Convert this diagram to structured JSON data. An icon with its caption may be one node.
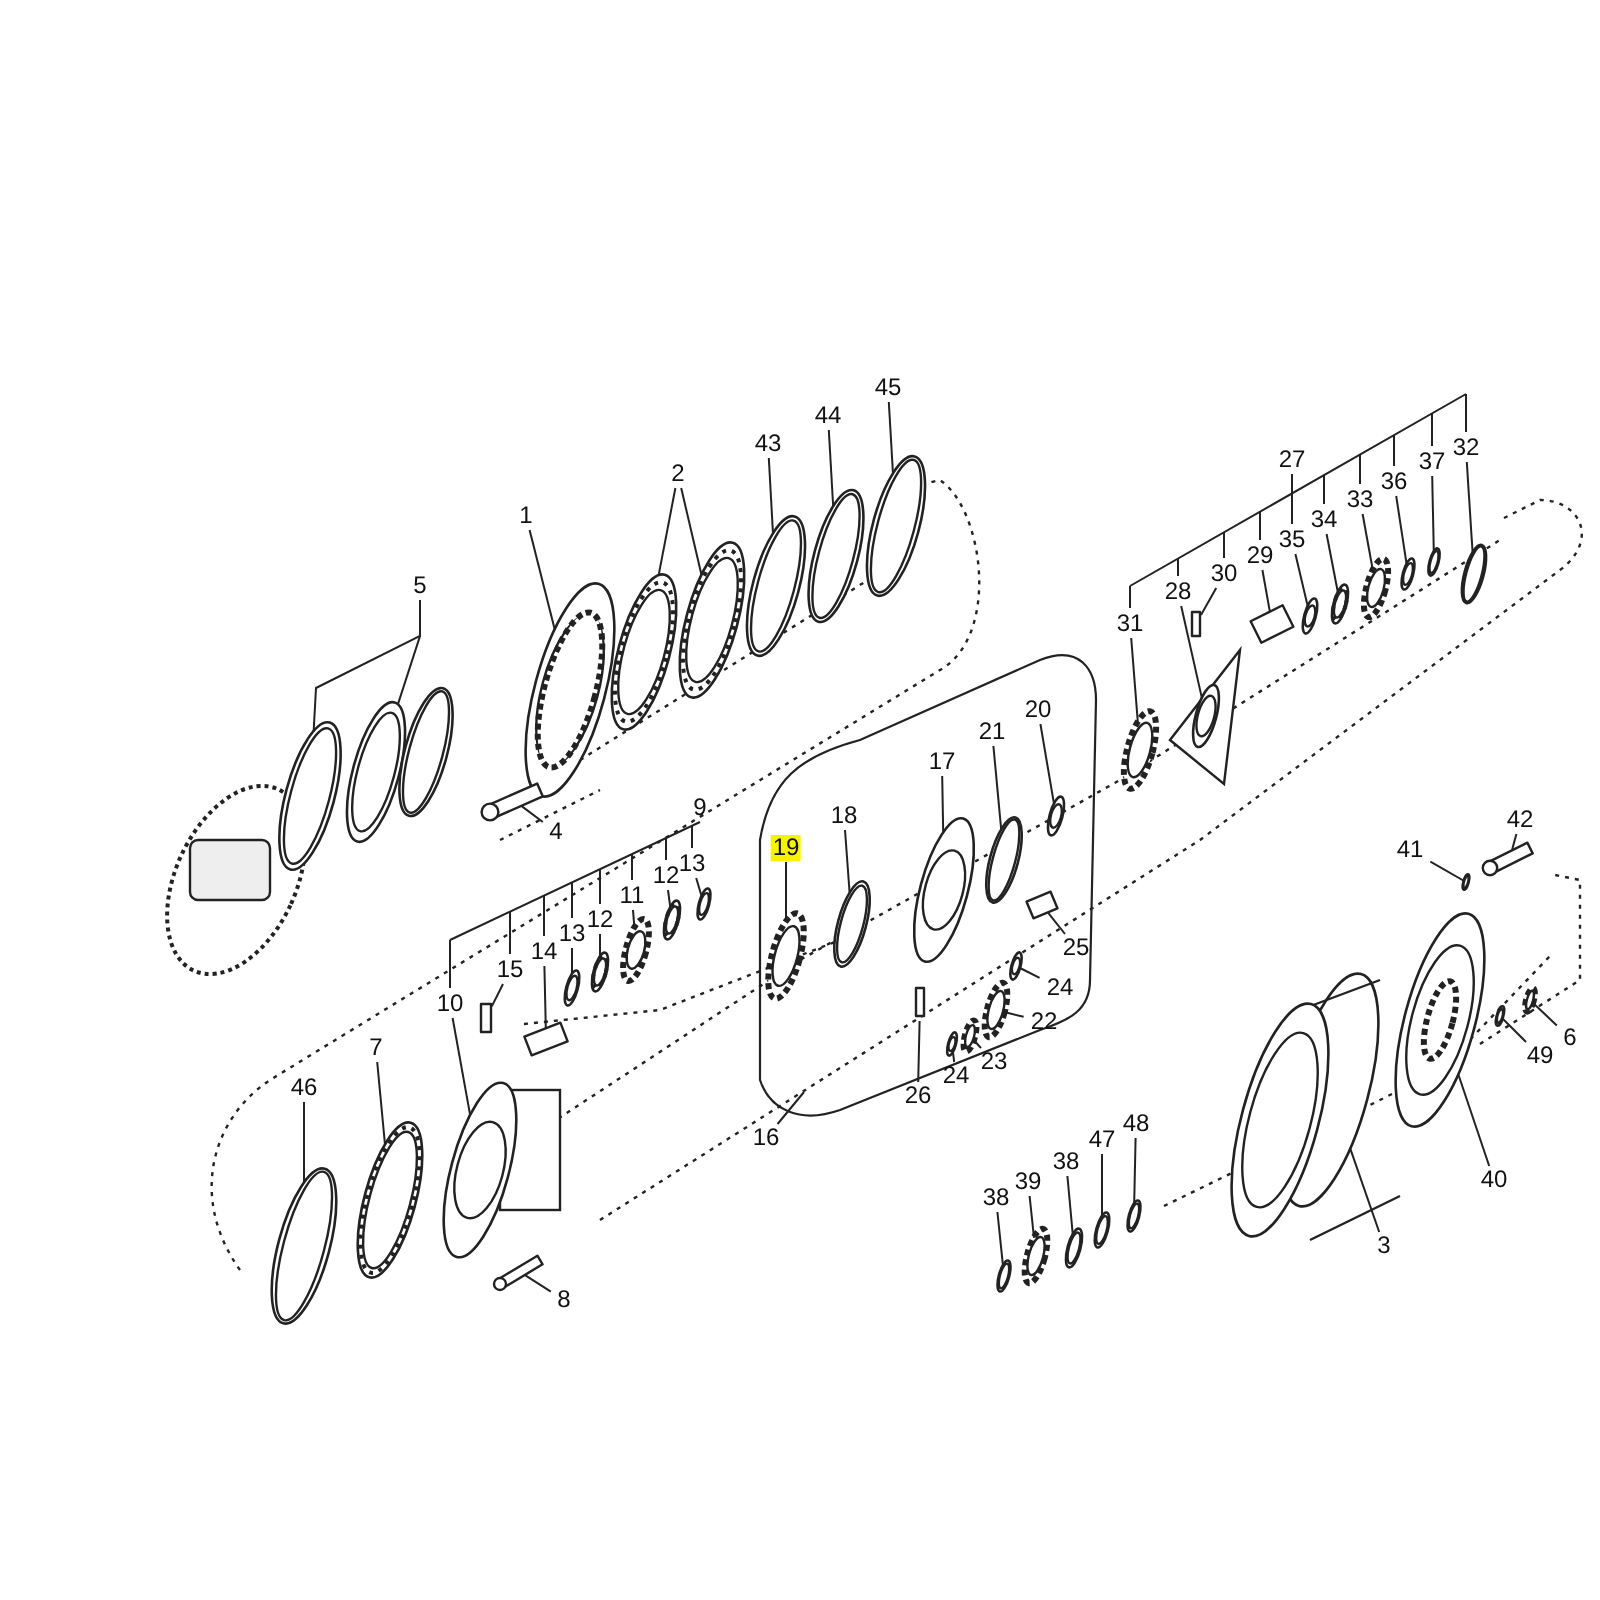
{
  "diagram": {
    "nodes": [
      {
        "text": [
          "45"
        ]
      },
      {
        "text": [
          "44"
        ]
      },
      {
        "text": [
          "43"
        ]
      },
      {
        "text": [
          "2"
        ]
      },
      {
        "text": [
          "1"
        ]
      },
      {
        "text": [
          "5"
        ]
      },
      {
        "text": [
          "4"
        ]
      },
      {
        "text": [
          "9"
        ]
      },
      {
        "text": [
          "13"
        ]
      },
      {
        "text": [
          "12"
        ]
      },
      {
        "text": [
          "11"
        ]
      },
      {
        "text": [
          "12"
        ]
      },
      {
        "text": [
          "13"
        ]
      },
      {
        "text": [
          "14"
        ]
      },
      {
        "text": [
          "15"
        ]
      },
      {
        "text": [
          "10"
        ]
      },
      {
        "text": [
          "7"
        ]
      },
      {
        "text": [
          "46"
        ]
      },
      {
        "text": [
          "8"
        ]
      },
      {
        "text": [
          "20"
        ]
      },
      {
        "text": [
          "21"
        ]
      },
      {
        "text": [
          "17"
        ]
      },
      {
        "text": [
          "18"
        ]
      },
      {
        "text": [
          "19"
        ]
      },
      {
        "text": [
          "25"
        ]
      },
      {
        "text": [
          "24"
        ]
      },
      {
        "text": [
          "22"
        ]
      },
      {
        "text": [
          "23"
        ]
      },
      {
        "text": [
          "24"
        ]
      },
      {
        "text": [
          "26"
        ]
      },
      {
        "text": [
          "16"
        ]
      },
      {
        "text": [
          "27"
        ]
      },
      {
        "text": [
          "32"
        ]
      },
      {
        "text": [
          "37"
        ]
      },
      {
        "text": [
          "36"
        ]
      },
      {
        "text": [
          "33"
        ]
      },
      {
        "text": [
          "34"
        ]
      },
      {
        "text": [
          "35"
        ]
      },
      {
        "text": [
          "29"
        ]
      },
      {
        "text": [
          "30"
        ]
      },
      {
        "text": [
          "28"
        ]
      },
      {
        "text": [
          "31"
        ]
      },
      {
        "text": [
          "42"
        ]
      },
      {
        "text": [
          "41"
        ]
      },
      {
        "text": [
          "6"
        ]
      },
      {
        "text": [
          "49"
        ]
      },
      {
        "text": [
          "40"
        ]
      },
      {
        "text": [
          "3"
        ]
      },
      {
        "text": [
          "48"
        ]
      },
      {
        "text": [
          "47"
        ]
      },
      {
        "text": [
          "38"
        ]
      },
      {
        "text": [
          "39"
        ]
      },
      {
        "text": [
          "38"
        ]
      },
      {
        "text": [],
        "shape": "ring"
      },
      {
        "text": [],
        "shape": "ring"
      },
      {
        "text": [],
        "shape": "ring"
      },
      {
        "text": [],
        "shape": "bearing"
      },
      {
        "text": [],
        "shape": "bearing"
      },
      {
        "text": [],
        "shape": "gear"
      },
      {
        "text": [],
        "shape": "ring"
      },
      {
        "text": [],
        "shape": "ring"
      },
      {
        "text": [],
        "shape": "bolt"
      },
      {
        "text": [],
        "shape": "ring"
      },
      {
        "text": [],
        "shape": "bearing"
      },
      {
        "text": [],
        "shape": "gear"
      },
      {
        "text": [],
        "shape": "bearing"
      },
      {
        "text": [],
        "shape": "ring"
      },
      {
        "text": [],
        "shape": "pin"
      },
      {
        "text": [],
        "shape": "pin"
      },
      {
        "text": [],
        "shape": "carrier"
      },
      {
        "text": [],
        "shape": "bearing"
      },
      {
        "text": [],
        "shape": "ring"
      },
      {
        "text": [],
        "shape": "bolt"
      },
      {
        "text": [],
        "shape": "ring"
      },
      {
        "text": [],
        "shape": "ring"
      },
      {
        "text": [],
        "shape": "ring"
      },
      {
        "text": [],
        "shape": "ring"
      },
      {
        "text": [],
        "shape": "gear"
      },
      {
        "text": [],
        "shape": "pin"
      },
      {
        "text": [],
        "shape": "ring"
      },
      {
        "text": [],
        "shape": "gear"
      },
      {
        "text": [],
        "shape": "gear"
      },
      {
        "text": [],
        "shape": "ring"
      },
      {
        "text": [],
        "shape": "pin"
      },
      {
        "text": [],
        "shape": "ring"
      },
      {
        "text": [],
        "shape": "ring"
      },
      {
        "text": [],
        "shape": "ring"
      },
      {
        "text": [],
        "shape": "gear"
      },
      {
        "text": [],
        "shape": "bearing"
      },
      {
        "text": [],
        "shape": "ring"
      },
      {
        "text": [],
        "shape": "pin"
      },
      {
        "text": [],
        "shape": "pin"
      },
      {
        "text": [],
        "shape": "flange"
      },
      {
        "text": [],
        "shape": "gear"
      },
      {
        "text": [],
        "shape": "bolt"
      },
      {
        "text": [],
        "shape": "ring"
      },
      {
        "text": [],
        "shape": "gear"
      },
      {
        "text": [],
        "shape": "ring"
      },
      {
        "text": [],
        "shape": "hub"
      },
      {
        "text": [],
        "shape": "drum"
      },
      {
        "text": [],
        "shape": "ring"
      },
      {
        "text": [],
        "shape": "ring"
      },
      {
        "text": [],
        "shape": "ring"
      },
      {
        "text": [],
        "shape": "gear"
      },
      {
        "text": [],
        "shape": "ring"
      }
    ],
    "edges": [
      {
        "from": 0,
        "to": 53,
        "arrow": "none"
      },
      {
        "from": 1,
        "to": 54,
        "arrow": "none"
      },
      {
        "from": 2,
        "to": 55,
        "arrow": "none"
      },
      {
        "from": 3,
        "to": 56,
        "arrow": "none"
      },
      {
        "from": 3,
        "to": 57,
        "arrow": "none"
      },
      {
        "from": 4,
        "to": 58,
        "arrow": "none"
      },
      {
        "from": 5,
        "to": 59,
        "arrow": "none"
      },
      {
        "from": 5,
        "to": 60,
        "arrow": "none"
      },
      {
        "from": 6,
        "to": 61,
        "arrow": "none"
      },
      {
        "from": 7,
        "to": 8,
        "arrow": "none"
      },
      {
        "from": 7,
        "to": 9,
        "arrow": "none"
      },
      {
        "from": 7,
        "to": 10,
        "arrow": "none"
      },
      {
        "from": 7,
        "to": 11,
        "arrow": "none"
      },
      {
        "from": 7,
        "to": 12,
        "arrow": "none"
      },
      {
        "from": 7,
        "to": 13,
        "arrow": "none"
      },
      {
        "from": 7,
        "to": 14,
        "arrow": "none"
      },
      {
        "from": 7,
        "to": 15,
        "arrow": "none"
      },
      {
        "from": 8,
        "to": 62,
        "arrow": "none"
      },
      {
        "from": 9,
        "to": 63,
        "arrow": "none"
      },
      {
        "from": 10,
        "to": 64,
        "arrow": "none"
      },
      {
        "from": 11,
        "to": 65,
        "arrow": "none"
      },
      {
        "from": 12,
        "to": 66,
        "arrow": "none"
      },
      {
        "from": 13,
        "to": 67,
        "arrow": "none"
      },
      {
        "from": 14,
        "to": 68,
        "arrow": "none"
      },
      {
        "from": 15,
        "to": 69,
        "arrow": "none"
      },
      {
        "from": 16,
        "to": 70,
        "arrow": "none"
      },
      {
        "from": 17,
        "to": 71,
        "arrow": "none"
      },
      {
        "from": 18,
        "to": 72,
        "arrow": "none"
      },
      {
        "from": 19,
        "to": 73,
        "arrow": "none"
      },
      {
        "from": 20,
        "to": 74,
        "arrow": "none"
      },
      {
        "from": 21,
        "to": 75,
        "arrow": "none"
      },
      {
        "from": 22,
        "to": 76,
        "arrow": "none"
      },
      {
        "from": 23,
        "to": 77,
        "arrow": "none"
      },
      {
        "from": 24,
        "to": 78,
        "arrow": "none"
      },
      {
        "from": 25,
        "to": 79,
        "arrow": "none"
      },
      {
        "from": 26,
        "to": 80,
        "arrow": "none"
      },
      {
        "from": 27,
        "to": 81,
        "arrow": "none"
      },
      {
        "from": 28,
        "to": 82,
        "arrow": "none"
      },
      {
        "from": 29,
        "to": 83,
        "arrow": "none"
      },
      {
        "from": 30,
        "to": null,
        "arrow": "none"
      },
      {
        "from": 31,
        "to": 40,
        "arrow": "none"
      },
      {
        "from": 31,
        "to": 39,
        "arrow": "none"
      },
      {
        "from": 31,
        "to": 38,
        "arrow": "none"
      },
      {
        "from": 31,
        "to": 37,
        "arrow": "none"
      },
      {
        "from": 31,
        "to": 36,
        "arrow": "none"
      },
      {
        "from": 31,
        "to": 35,
        "arrow": "none"
      },
      {
        "from": 31,
        "to": 34,
        "arrow": "none"
      },
      {
        "from": 31,
        "to": 33,
        "arrow": "none"
      },
      {
        "from": 31,
        "to": 32,
        "arrow": "none"
      },
      {
        "from": 31,
        "to": 41,
        "arrow": "none"
      },
      {
        "from": 32,
        "to": 84,
        "arrow": "none"
      },
      {
        "from": 33,
        "to": 85,
        "arrow": "none"
      },
      {
        "from": 34,
        "to": 86,
        "arrow": "none"
      },
      {
        "from": 35,
        "to": 87,
        "arrow": "none"
      },
      {
        "from": 36,
        "to": 88,
        "arrow": "none"
      },
      {
        "from": 37,
        "to": 89,
        "arrow": "none"
      },
      {
        "from": 38,
        "to": 90,
        "arrow": "none"
      },
      {
        "from": 39,
        "to": 91,
        "arrow": "none"
      },
      {
        "from": 40,
        "to": 92,
        "arrow": "none"
      },
      {
        "from": 41,
        "to": 93,
        "arrow": "none"
      },
      {
        "from": 42,
        "to": 94,
        "arrow": "none"
      },
      {
        "from": 43,
        "to": 95,
        "arrow": "none"
      },
      {
        "from": 44,
        "to": 96,
        "arrow": "none"
      },
      {
        "from": 45,
        "to": 97,
        "arrow": "none"
      },
      {
        "from": 46,
        "to": 98,
        "arrow": "none"
      },
      {
        "from": 47,
        "to": 99,
        "arrow": "none"
      },
      {
        "from": 48,
        "to": 100,
        "arrow": "none"
      },
      {
        "from": 49,
        "to": 101,
        "arrow": "none"
      },
      {
        "from": 50,
        "to": 102,
        "arrow": "none"
      },
      {
        "from": 51,
        "to": 103,
        "arrow": "none"
      },
      {
        "from": 52,
        "to": 104,
        "arrow": "none"
      }
    ]
  }
}
